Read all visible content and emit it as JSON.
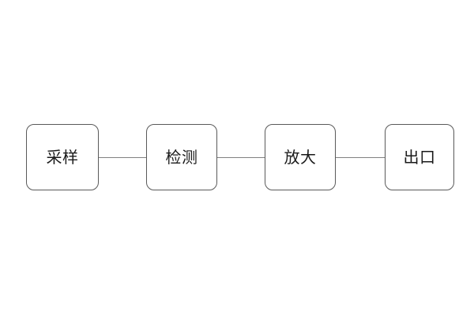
{
  "diagram": {
    "title": "",
    "background_color": "#ffffff",
    "node_border_color": "#5a5a5a",
    "node_fill_color": "#ffffff",
    "connector_color": "#808080",
    "label_color": "#1a1a1a",
    "orientation": "horizontal",
    "nodes": [
      {
        "id": "node-0",
        "label": "采样",
        "shape": "rounded-rectangle"
      },
      {
        "id": "node-1",
        "label": "检测",
        "shape": "rounded-rectangle"
      },
      {
        "id": "node-2",
        "label": "放大",
        "shape": "rounded-rectangle"
      },
      {
        "id": "node-3",
        "label": "出口",
        "shape": "rounded-rectangle"
      }
    ],
    "connectors": [
      {
        "id": "connector-0",
        "from": "node-0",
        "to": "node-1",
        "style": "plain-line"
      },
      {
        "id": "connector-1",
        "from": "node-1",
        "to": "node-2",
        "style": "plain-line"
      },
      {
        "id": "connector-2",
        "from": "node-2",
        "to": "node-3",
        "style": "plain-line"
      }
    ]
  }
}
